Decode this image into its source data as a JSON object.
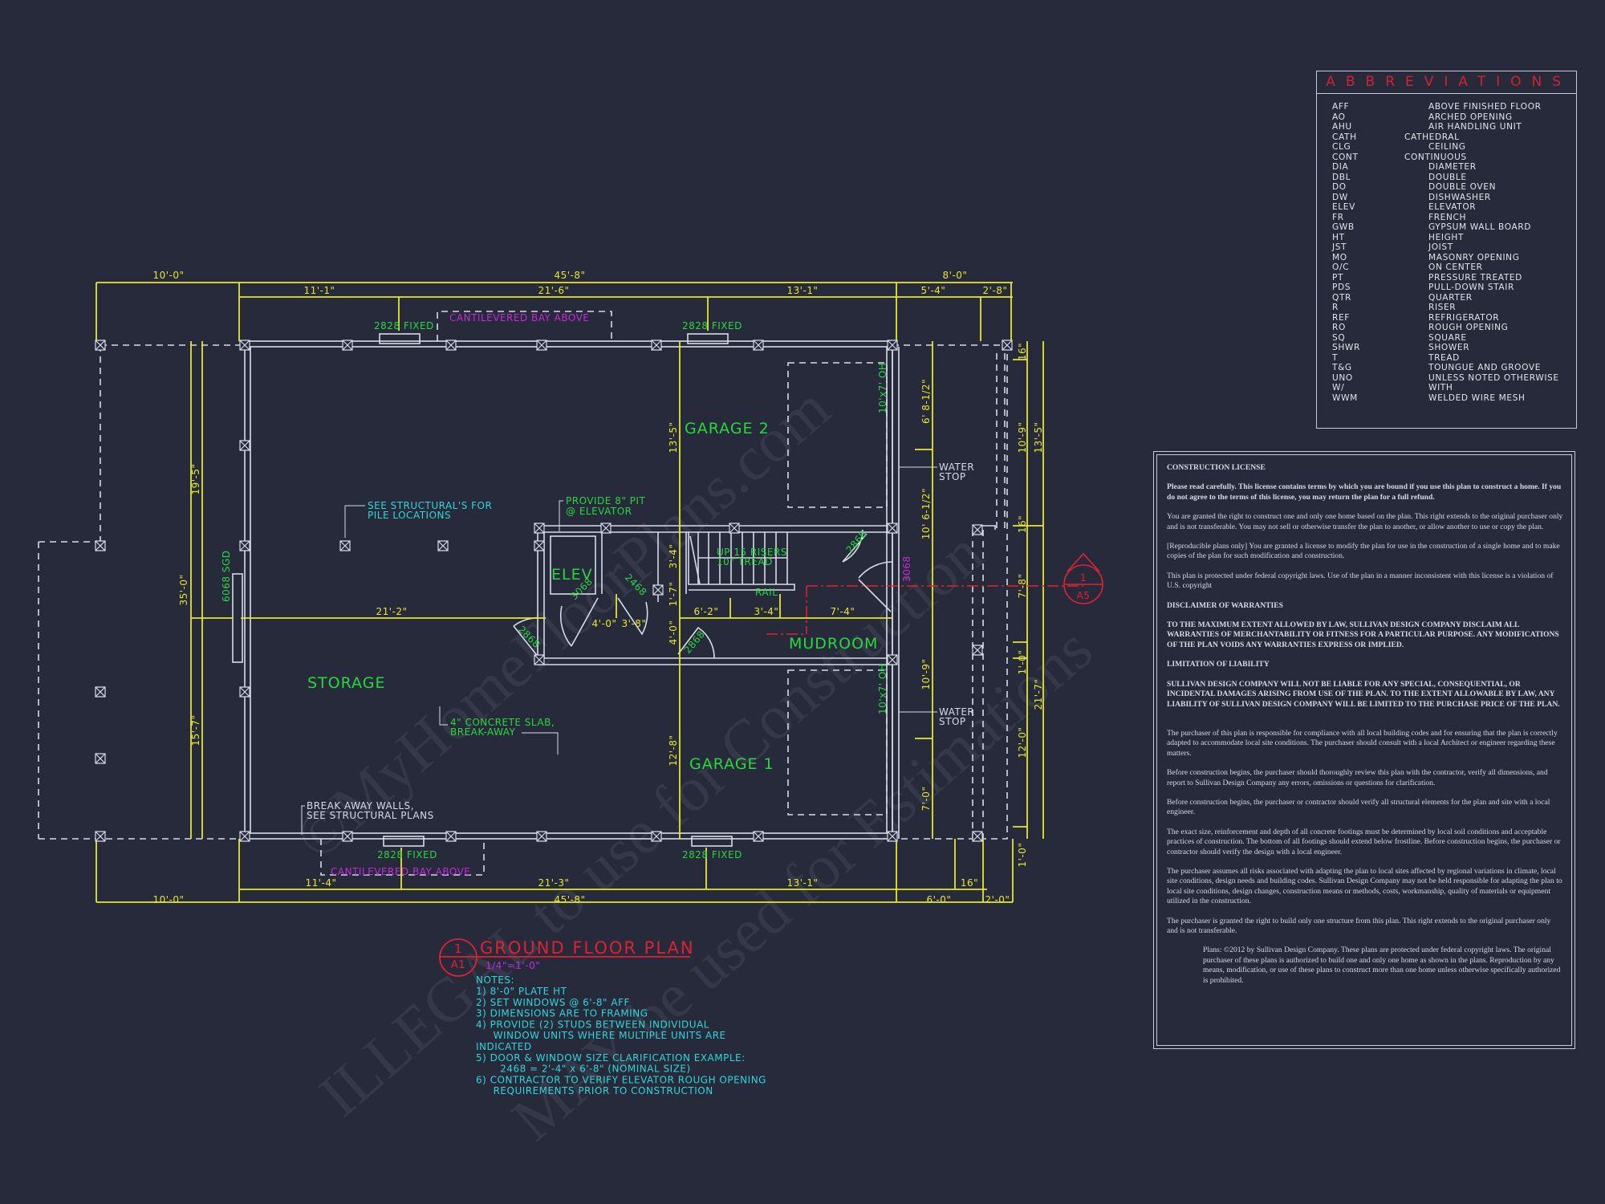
{
  "colors": {
    "background": "#262a3b",
    "walls": "#d8dbe6",
    "dimensions": "#e6e62a",
    "labels": "#27d83c",
    "notes": "#2fd6d8",
    "magenta": "#c52ad8",
    "title": "#e02230"
  },
  "dims": {
    "top": {
      "d1": "10'-0\"",
      "d2": "45'-8\"",
      "d3": "8'-0\"",
      "s1": "11'-1\"",
      "s2": "21'-6\"",
      "s3": "13'-1\"",
      "s4": "5'-4\"",
      "s5": "2'-8\""
    },
    "bottom": {
      "s1": "11'-4\"",
      "s2": "21'-3\"",
      "s3": "13'-1\"",
      "s4": "16\"",
      "d1": "10'-0\"",
      "d2": "45'-8\"",
      "d3": "6'-0\"",
      "d4": "2'-0\""
    },
    "left": {
      "total": "35'-0\"",
      "upper": "19'-5\"",
      "lower": "15'-7\""
    },
    "right": {
      "a": "16\"",
      "b": "10'-9\"",
      "c": "16\"",
      "d": "7'-8\"",
      "e": "1'-0\"",
      "f": "12'-0\"",
      "g": "1'-0\"",
      "h": "13'-5\"",
      "i": "21'-7\""
    },
    "interior": {
      "storage_w": "21'-2\"",
      "g2_h": "13'-5\"",
      "g1_h": "12'-8\"",
      "stair_h": "3'-4\"",
      "small": "1'-7\"",
      "hall_h": "4'-0\"",
      "hall1": "6'-2\"",
      "hall2": "3'-4\"",
      "hall3": "7'-4\"",
      "elev1": "4'-0\"",
      "elev2": "3'-8\"",
      "g2_a": "6' 8-1/2\"",
      "g2_b": "10' 6-1/2\"",
      "g1_a": "10'-9\"",
      "g1_b": "7'-0\""
    }
  },
  "rooms": {
    "garage2": "GARAGE 2",
    "garage1": "GARAGE 1",
    "storage": "STORAGE",
    "mudroom": "MUDROOM",
    "elev": "ELEV"
  },
  "labels": {
    "window_top": "2828 FIXED",
    "bay_above": "CANTILEVERED BAY ABOVE",
    "sgd": "6068 SGD",
    "door_3068": "3068",
    "door_2468": "2468",
    "door_2868": "2868",
    "oh_door": "10'x7' OH",
    "stair1": "UP 15 RISERS",
    "stair2": "10\" TREAD",
    "rail": "RAIL",
    "water1": "WATER",
    "water2": "STOP",
    "pile1": "SEE STRUCTURAL'S FOR",
    "pile2": "PILE LOCATIONS",
    "pit1": "PROVIDE 8\" PIT",
    "pit2": "@ ELEVATOR",
    "slab1": "4\" CONCRETE SLAB,",
    "slab2": "BREAK-AWAY",
    "break1": "BREAK AWAY WALLS,",
    "break2": "SEE STRUCTURAL PLANS",
    "section_num": "1",
    "section_sheet": "A5"
  },
  "title": {
    "num": "1",
    "sheet": "A1",
    "name": "GROUND FLOOR PLAN",
    "scale": "1/4\"=1'-0\""
  },
  "notes": {
    "heading": "NOTES:",
    "lines": [
      "1) 8'-0\" PLATE HT",
      "2) SET WINDOWS @ 6'-8\" AFF",
      "3) DIMENSIONS ARE TO FRAMING",
      "4) PROVIDE (2) STUDS BETWEEN INDIVIDUAL",
      "     WINDOW UNITS WHERE MULTIPLE UNITS ARE",
      "INDICATED",
      "5) DOOR & WINDOW SIZE CLARIFICATION EXAMPLE:",
      "       2468 = 2'-4\" x 6'-8\" (NOMINAL SIZE)",
      "6) CONTRACTOR TO VERIFY ELEVATOR ROUGH OPENING",
      "     REQUIREMENTS PRIOR TO CONSTRUCTION"
    ]
  },
  "abbreviations": {
    "title": "ABBREVIATIONS",
    "items": [
      [
        "AFF",
        "ABOVE FINISHED FLOOR"
      ],
      [
        "AO",
        "ARCHED OPENING"
      ],
      [
        "AHU",
        "AIR HANDLING UNIT"
      ],
      [
        "CATH",
        "CATHEDRAL"
      ],
      [
        "CLG",
        "CEILING"
      ],
      [
        "CONT",
        "CONTINUOUS"
      ],
      [
        "DIA",
        "DIAMETER"
      ],
      [
        "DBL",
        "DOUBLE"
      ],
      [
        "DO",
        "DOUBLE OVEN"
      ],
      [
        "DW",
        "DISHWASHER"
      ],
      [
        "ELEV",
        "ELEVATOR"
      ],
      [
        "FR",
        "FRENCH"
      ],
      [
        "GWB",
        "GYPSUM WALL BOARD"
      ],
      [
        "HT",
        "HEIGHT"
      ],
      [
        "JST",
        "JOIST"
      ],
      [
        "MO",
        "MASONRY OPENING"
      ],
      [
        "O/C",
        "ON CENTER"
      ],
      [
        "PT",
        "PRESSURE TREATED"
      ],
      [
        "PDS",
        "PULL-DOWN STAIR"
      ],
      [
        "QTR",
        "QUARTER"
      ],
      [
        "R",
        "RISER"
      ],
      [
        "REF",
        "REFRIGERATOR"
      ],
      [
        "RO",
        "ROUGH OPENING"
      ],
      [
        "SQ",
        "SQUARE"
      ],
      [
        "SHWR",
        "SHOWER"
      ],
      [
        "T",
        "TREAD"
      ],
      [
        "T&G",
        "TOUNGUE AND GROOVE"
      ],
      [
        "UNO",
        "UNLESS NOTED OTHERWISE"
      ],
      [
        "W/",
        "WITH"
      ],
      [
        "WWM",
        "WELDED WIRE MESH"
      ]
    ]
  },
  "license": {
    "heading": "CONSTRUCTION LICENSE",
    "p1": "Please read carefully.  This license contains terms by which you are bound if you use this plan to construct a home.  If you do not agree to the terms of this license, you may return the plan for a full refund.",
    "p2": "You are granted the right to construct one and only one home based on the plan.  This right extends to the original purchaser only and is not transferable.  You may not sell or otherwise transfer the plan to another, or allow another to use or copy the plan.",
    "p3": "[Reproducible plans only] You are granted a license to modify the plan for use in the construction of a single home and to make copies of the plan for such modification and construction.",
    "p4": "This plan is protected under federal copyright laws.  Use of the plan in a manner inconsistent with this license is a violation of U.S. copyright",
    "h2": "DISCLAIMER OF WARRANTIES",
    "p5": "TO THE MAXIMUM EXTENT ALLOWED BY LAW, SULLIVAN DESIGN COMPANY DISCLAIM ALL WARRANTIES OF MERCHANTABILITY OR FITNESS FOR A PARTICULAR PURPOSE. ANY MODIFICATIONS OF THE PLAN VOIDS ANY WARRANTIES EXPRESS OR IMPLIED.",
    "h3": "LIMITATION OF LIABILITY",
    "p6": "SULLIVAN DESIGN COMPANY WILL NOT BE LIABLE FOR ANY SPECIAL, CONSEQUENTIAL, OR INCIDENTAL DAMAGES ARISING FROM USE OF THE PLAN.  TO THE EXTENT ALLOWABLE BY LAW, ANY LIABILITY OF SULLIVAN DESIGN COMPANY WILL BE LIMITED TO THE PURCHASE PRICE OF THE PLAN.",
    "p7": "The purchaser of this plan is responsible for compliance with all local building codes and for ensuring that the plan is correctly adapted to accommodate local site conditions.  The purchaser should consult with a local Architect or engineer regarding these matters.",
    "p8": "Before construction begins, the purchaser should thoroughly review this plan with the contractor, verify all dimensions, and report to Sullivan Design Company any errors, omissions or questions for clarification.",
    "p9": "Before construction begins, the purchaser or contractor should verify all structural elements for the plan and site with a local engineer.",
    "p10": "The exact size, reinforcement and depth of all concrete footings must be determined by local soil conditions and acceptable practices of construction.  The bottom of all footings should extend below frostline. Before construction begins, the purchaser or contractor should verify the design with a local engineer.",
    "p11": "The purchaser assumes all risks associated with adapting the plan to local sites affected by regional variations in climate, local site conditions, design needs and building codes.  Sullivan Design Company may not be held responsible for adapting the plan to local site conditions, design changes, construction means or methods, costs, workmanship, quality of materials or equipment utilized in the construction.",
    "p12": "The purchaser is granted the right to build only one structure from this plan.  This right extends to the original purchaser only and is not transferable.",
    "p13": "Plans:  ©2012 by Sullivan Design Company.  These plans are protected under federal copyright laws.  The original purchaser of these plans is authorized to build one and only one home as shown in the plans.  Reproduction by any means, modification, or use of these plans to construct more than one home unless otherwise specifically authorized is prohibited."
  },
  "watermark": {
    "line1": "©MyHomeFloorPlans.com",
    "line2": "ILLEGAL to use for Construction",
    "line3": "MAY be used for Estimations"
  }
}
